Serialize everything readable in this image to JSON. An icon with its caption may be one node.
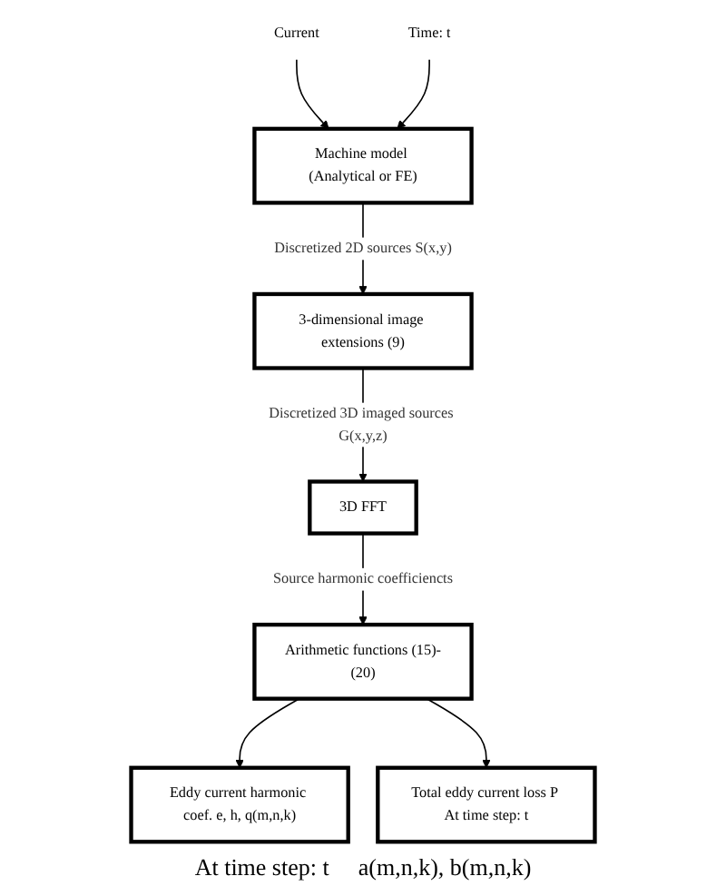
{
  "diagram": {
    "nodes": [
      {
        "text": [
          "Current"
        ]
      },
      {
        "text": [
          "Time: t"
        ]
      },
      {
        "text": [
          "Machine model (Analytical or FE)"
        ]
      },
      {
        "text": [
          "3-dimensional image extensions (9)"
        ]
      },
      {
        "text": [
          "3D FFT"
        ]
      },
      {
        "text": [
          "Arithmetic functions (15)-(20)"
        ]
      },
      {
        "text": [
          "Eddy current harmonic coef. e, h, q(m,n,k)"
        ]
      },
      {
        "text": [
          "Total eddy current loss P At time step: t"
        ]
      }
    ],
    "edges": [
      {
        "from": 0,
        "to": 2,
        "arrow": "to"
      },
      {
        "from": 1,
        "to": 2,
        "arrow": "to"
      },
      {
        "from": 2,
        "to": 3,
        "arrow": "to",
        "label": "Discretized 2D sources S(x,y)"
      },
      {
        "from": 3,
        "to": 4,
        "arrow": "to",
        "label": "Discretized 3D imaged sources G(x,y,z)"
      },
      {
        "from": 4,
        "to": 5,
        "arrow": "to",
        "label": "Source harmonic coefficiencts"
      },
      {
        "from": 5,
        "to": 6,
        "arrow": "to"
      },
      {
        "from": 5,
        "to": 7,
        "arrow": "to"
      }
    ],
    "labels": [
      "At time step: t",
      "a(m,n,k), b(m,n,k)"
    ]
  }
}
